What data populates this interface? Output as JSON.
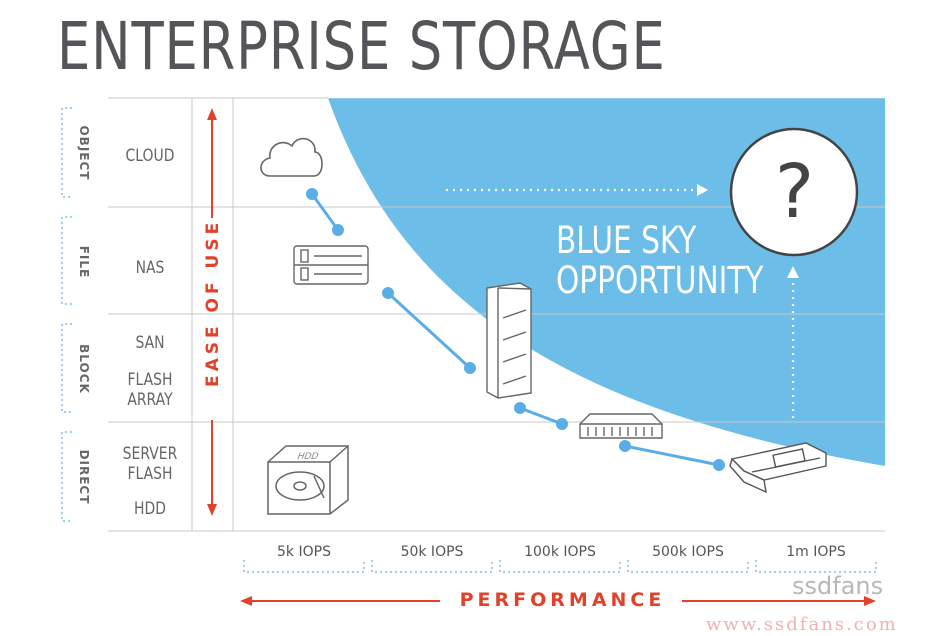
{
  "title": "ENTERPRISE STORAGE",
  "categories": [
    "OBJECT",
    "FILE",
    "BLOCK",
    "DIRECT"
  ],
  "row_labels": [
    {
      "lines": [
        "CLOUD"
      ]
    },
    {
      "lines": [
        "NAS"
      ]
    },
    {
      "lines": [
        "SAN",
        "",
        "FLASH",
        "ARRAY"
      ]
    },
    {
      "lines": [
        "SERVER",
        "FLASH",
        "",
        "HDD"
      ]
    }
  ],
  "y_axis_label": "EASE OF USE",
  "x_axis_label": "PERFORMANCE",
  "x_ticks": [
    "5k IOPS",
    "50k IOPS",
    "100k IOPS",
    "500k IOPS",
    "1m IOPS"
  ],
  "opportunity_label": [
    "BLUE SKY",
    "OPPORTUNITY"
  ],
  "question_mark": "?",
  "hdd_label": "HDD",
  "watermark": {
    "brand": "ssdfans",
    "url": "www.ssdfans.com"
  },
  "colors": {
    "accent": "#e2412a",
    "sky": "#6cbde8",
    "connector": "#5aaee4",
    "text": "#555559"
  },
  "icons": [
    "cloud-icon",
    "nas-icon",
    "san-icon",
    "flash-array-icon",
    "pcie-card-icon",
    "hdd-icon",
    "question-circle-icon"
  ]
}
